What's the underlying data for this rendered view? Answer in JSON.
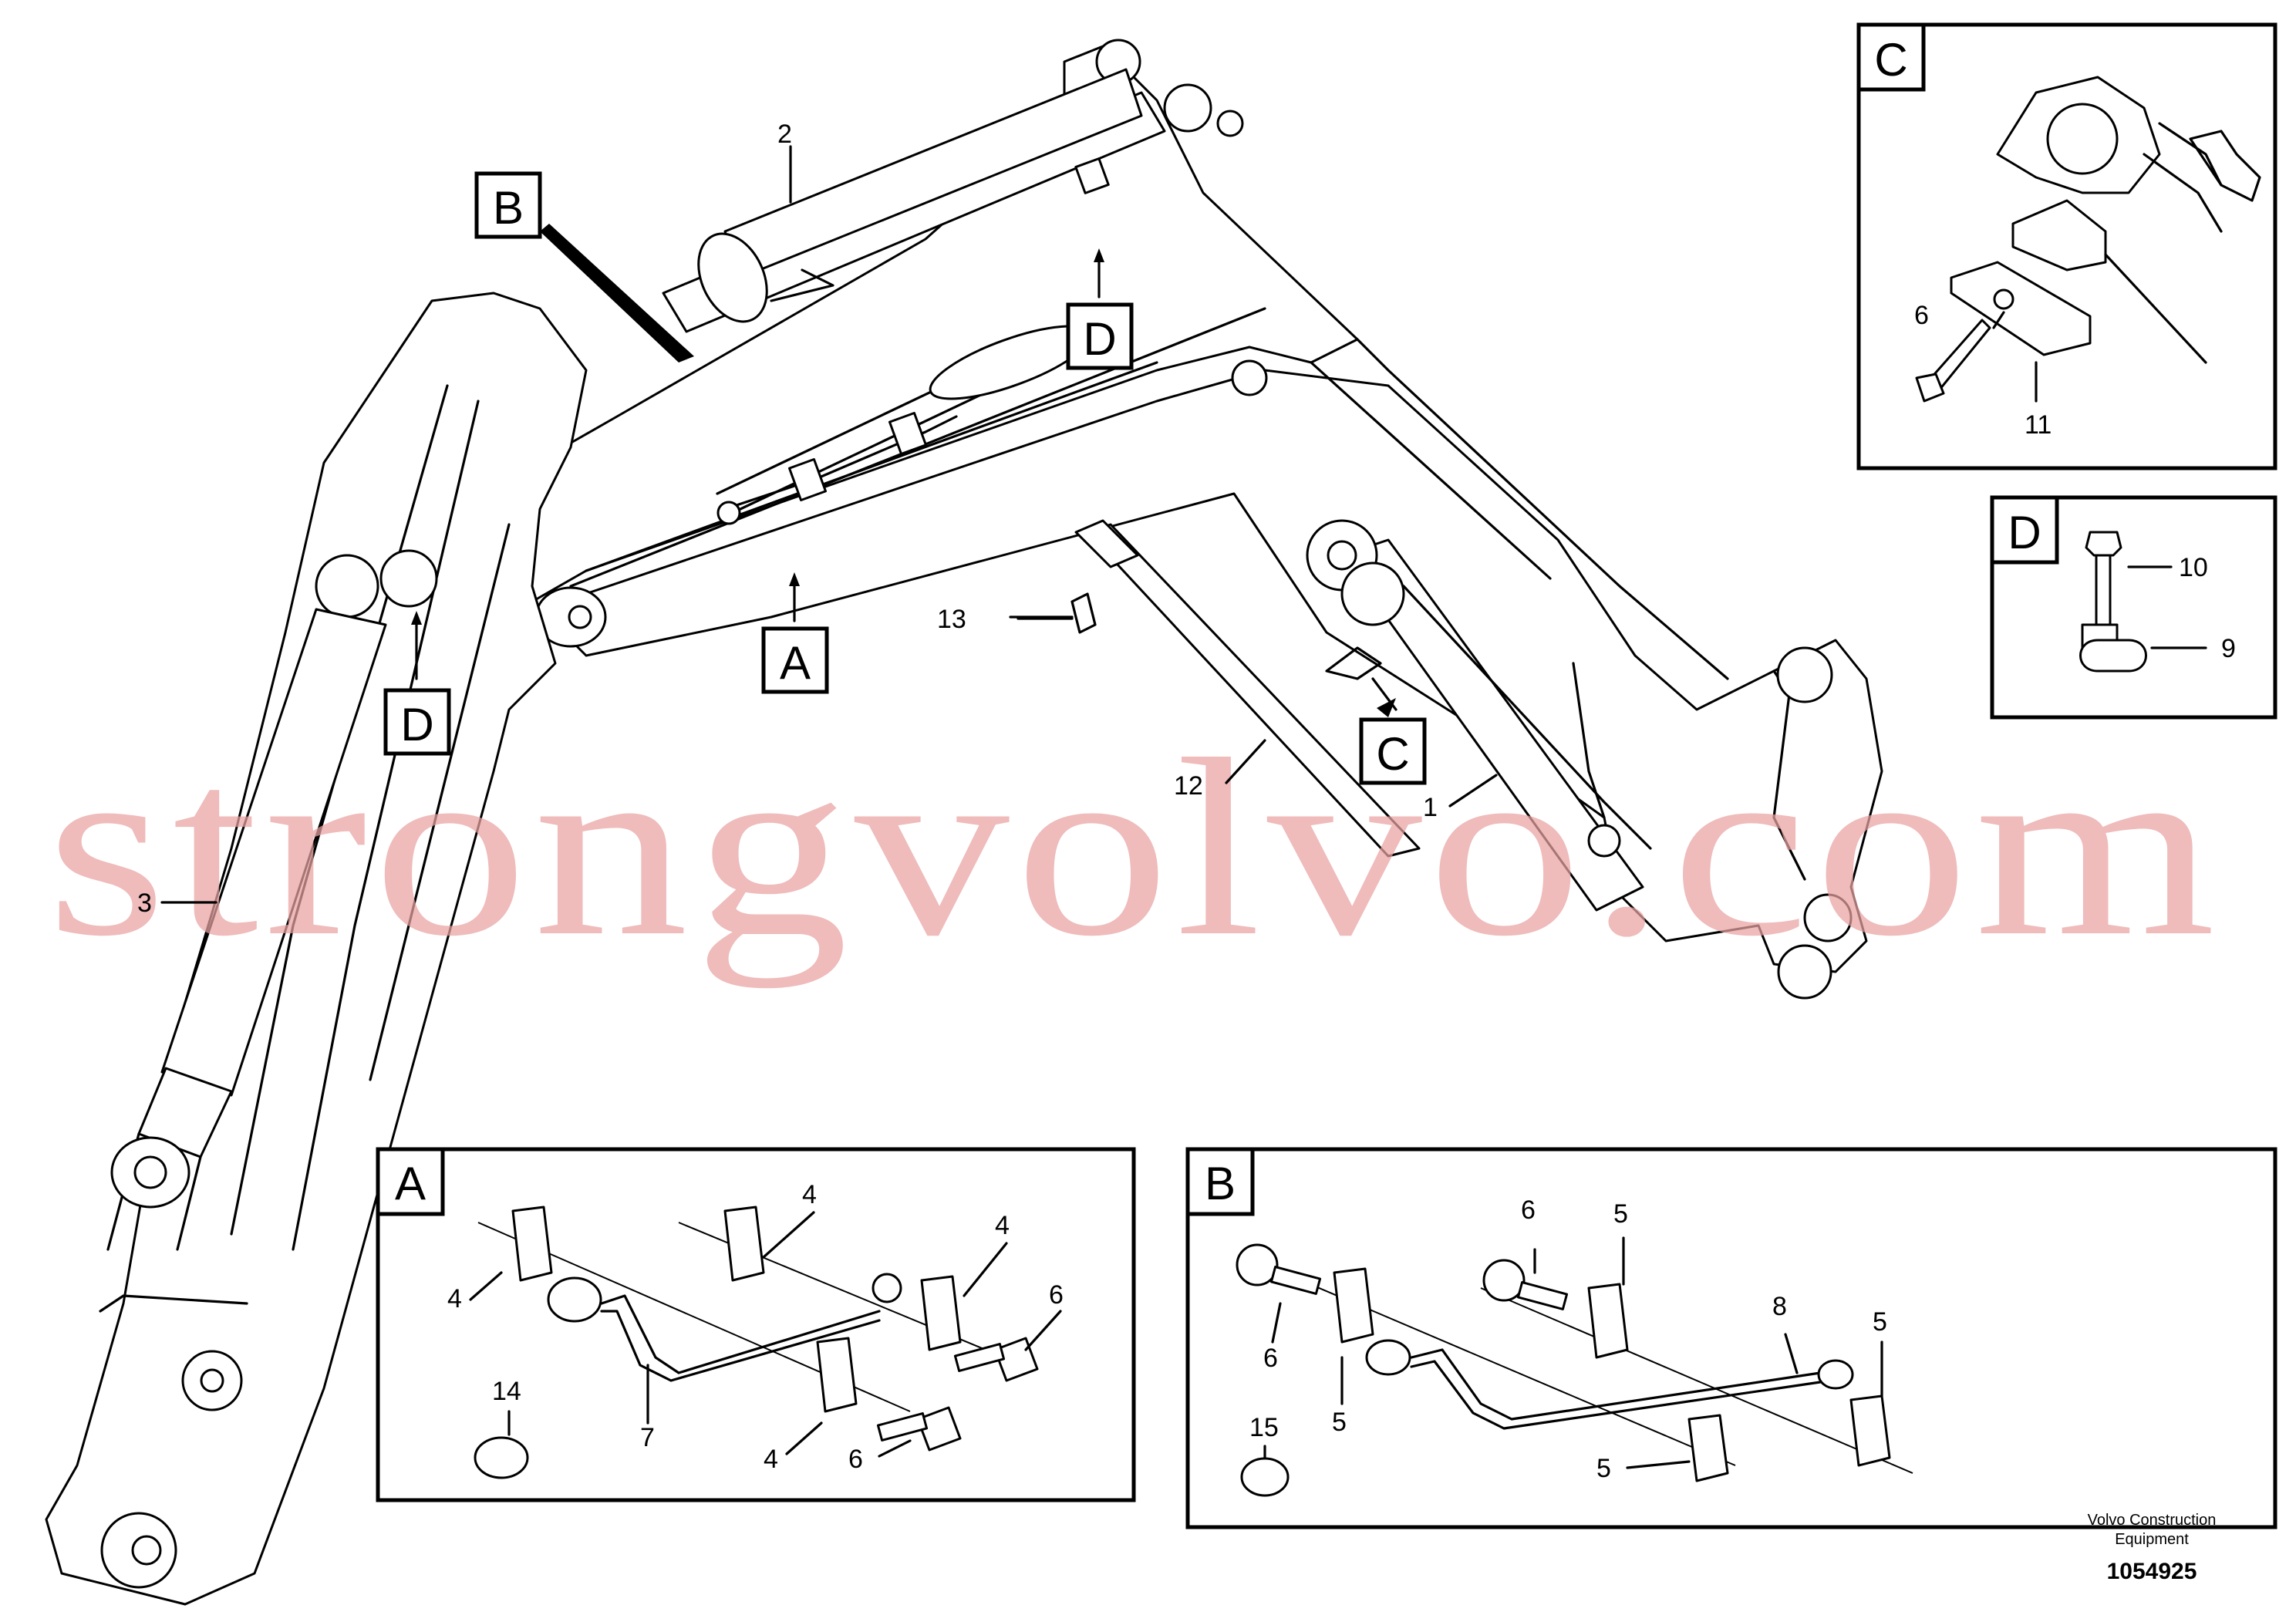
{
  "watermark": "strongvolvo.com",
  "footer": {
    "brand_line1": "Volvo Construction",
    "brand_line2": "Equipment",
    "figure_number": "1054925"
  },
  "main_view": {
    "callouts": {
      "c1": "1",
      "c2": "2",
      "c3": "3",
      "c12": "12",
      "c13": "13"
    },
    "detail_refs": {
      "A": "A",
      "B": "B",
      "C": "C",
      "D1": "D",
      "D2": "D"
    }
  },
  "detail_A": {
    "title": "A",
    "callouts": {
      "c4a": "4",
      "c4b": "4",
      "c4c": "4",
      "c4d": "4",
      "c6": "6",
      "c7": "7",
      "c14": "14"
    }
  },
  "detail_B": {
    "title": "B",
    "callouts": {
      "c6a": "6",
      "c6b": "6",
      "c5a": "5",
      "c5b": "5",
      "c5c": "5",
      "c5d": "5",
      "c8": "8",
      "c15": "15"
    }
  },
  "detail_C": {
    "title": "C",
    "callouts": {
      "c6": "6",
      "c11": "11"
    }
  },
  "detail_D": {
    "title": "D",
    "callouts": {
      "c10": "10",
      "c9": "9"
    }
  }
}
